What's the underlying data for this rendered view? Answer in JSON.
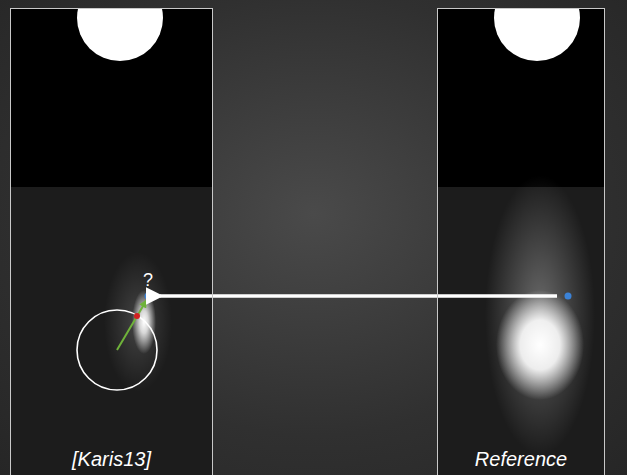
{
  "diagram": {
    "nodes": [
      {
        "text": [
          "[Karis13]"
        ]
      },
      {
        "text": [
          "Reference"
        ]
      }
    ],
    "labels": [
      "?"
    ]
  }
}
